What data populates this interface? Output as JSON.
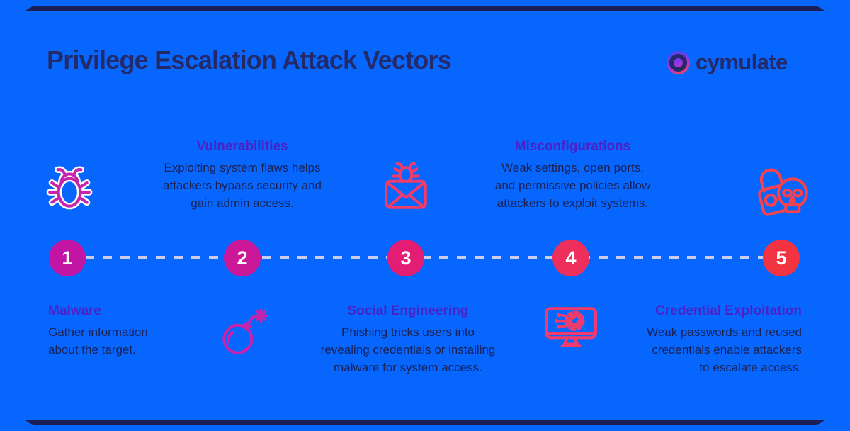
{
  "header": {
    "title": "Privilege Escalation Attack Vectors",
    "brand_name": "cymulate"
  },
  "timeline": {
    "dash_color": "#c9cdee",
    "step_count": 5
  },
  "steps": [
    {
      "number": "1",
      "title": "Malware",
      "description": "Gather information\nabout the target.",
      "icon": "bug-icon",
      "icon_color": "#c724ab",
      "circle_color": "#c315a3",
      "text_position": "below-line",
      "icon_position": "above-line"
    },
    {
      "number": "2",
      "title": "Vulnerabilities",
      "description": "Exploiting system flaws helps\nattackers bypass security and\ngain admin access.",
      "icon": "bomb-icon",
      "icon_color": "#c724ab",
      "circle_color": "#cb1899",
      "text_position": "above-line",
      "icon_position": "below-line"
    },
    {
      "number": "3",
      "title": "Social Engineering",
      "description": "Phishing tricks users into\nrevealing credentials or installing\nmalware for system access.",
      "icon": "envelope-bug-icon",
      "icon_color": "#f23a6b",
      "circle_color": "#e41d74",
      "text_position": "below-line",
      "icon_position": "above-line"
    },
    {
      "number": "4",
      "title": "Misconfigurations",
      "description": "Weak settings, open ports,\nand permissive policies allow\nattackers to exploit systems.",
      "icon": "monitor-gear-icon",
      "icon_color": "#f23a6b",
      "circle_color": "#ee2e5b",
      "text_position": "above-line",
      "icon_position": "below-line"
    },
    {
      "number": "5",
      "title": "Credential Exploitation",
      "description": "Weak passwords and reused\ncredentials enable attackers\nto escalate access.",
      "icon": "lock-skull-icon",
      "icon_color": "#f4434e",
      "circle_color": "#f23341",
      "text_position": "below-line",
      "icon_position": "above-line"
    }
  ],
  "colors": {
    "background": "#0666fd",
    "frame_navy": "#1d1d56",
    "title_navy": "#242a68",
    "heading_purple": "#4a23c8",
    "body_navy": "#1b2154"
  }
}
